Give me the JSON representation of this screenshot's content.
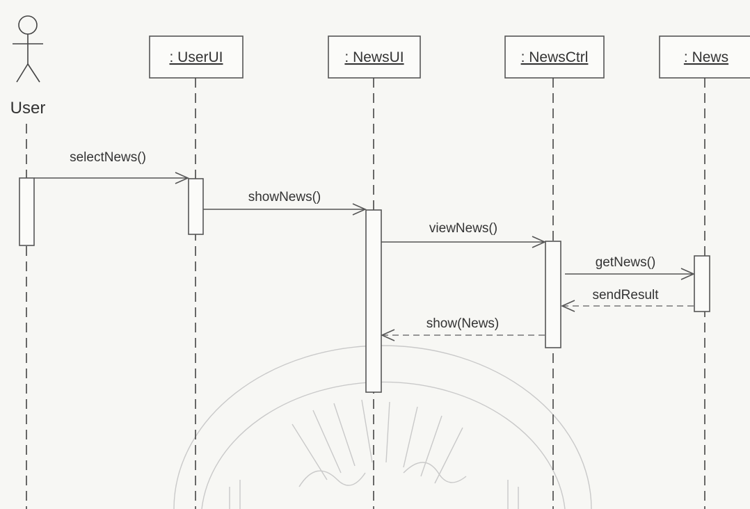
{
  "actor": {
    "label": "User"
  },
  "objects": [
    {
      "id": "userui",
      "label": ": UserUI"
    },
    {
      "id": "newsui",
      "label": ": NewsUI"
    },
    {
      "id": "newsctrl",
      "label": ": NewsCtrl"
    },
    {
      "id": "news",
      "label": ": News"
    }
  ],
  "messages": [
    {
      "label": "selectNews()",
      "from": "User",
      "to": ": UserUI",
      "kind": "call"
    },
    {
      "label": "showNews()",
      "from": ": UserUI",
      "to": ": NewsUI",
      "kind": "call"
    },
    {
      "label": "viewNews()",
      "from": ": NewsUI",
      "to": ": NewsCtrl",
      "kind": "call"
    },
    {
      "label": "getNews()",
      "from": ": NewsCtrl",
      "to": ": News",
      "kind": "call"
    },
    {
      "label": "sendResult",
      "from": ": News",
      "to": ": NewsCtrl",
      "kind": "return"
    },
    {
      "label": "show(News)",
      "from": ": NewsCtrl",
      "to": ": NewsUI",
      "kind": "return"
    }
  ]
}
